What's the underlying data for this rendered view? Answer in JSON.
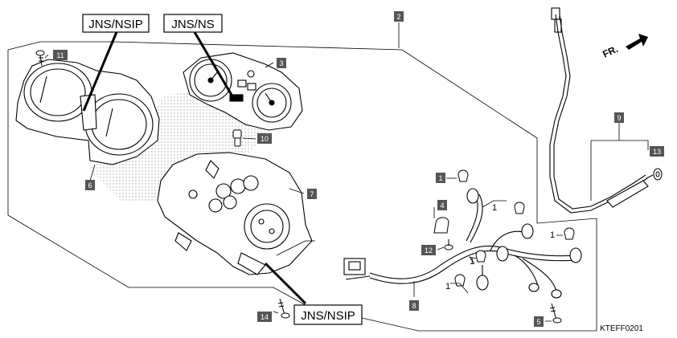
{
  "diagram": {
    "code": "KTEFF0201",
    "direction": "FR.",
    "callouts": {
      "jns_nsip_top": "JNS/NSIP",
      "jns_ns": "JNS/NS",
      "jns_nsip_bottom": "JNS/NSIP"
    },
    "parts": {
      "p1": "1",
      "p2": "2",
      "p3": "3",
      "p4": "4",
      "p5": "5",
      "p6": "6",
      "p7": "7",
      "p8": "8",
      "p9": "9",
      "p10": "10",
      "p11": "11",
      "p12": "12",
      "p13": "13",
      "p14": "14"
    },
    "bulb_qty": {
      "q1": "1",
      "q2": "1",
      "q3": "1",
      "q4": "1"
    }
  }
}
